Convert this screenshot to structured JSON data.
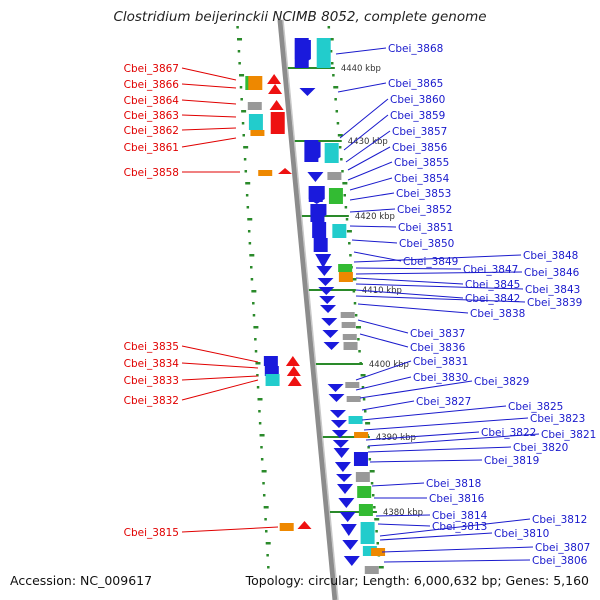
{
  "header": {
    "title": "Clostridium beijerinckii NCIMB 8052, complete genome"
  },
  "footer": {
    "accession": "Accession: NC_009617",
    "topology": "Topology: circular; Length: 6,000,632 bp; Genes: 5,160"
  },
  "colors": {
    "backbone": "#8c8c8c",
    "left_label": "#e00000",
    "right_label": "#1a1acc",
    "tick": "#2a8a2a",
    "gene_blue": "#1a1adc",
    "gene_red": "#ee1111",
    "gene_cyan": "#22cccc",
    "gene_green": "#33bb33",
    "gene_orange": "#ee8800",
    "gene_gray": "#999999"
  },
  "scale_labels": [
    "4440 kbp",
    "4430 kbp",
    "4420 kbp",
    "4410 kbp",
    "4400 kbp",
    "4390 kbp",
    "4380 kbp"
  ],
  "left_genes": [
    "Cbei_3867",
    "Cbei_3866",
    "Cbei_3864",
    "Cbei_3863",
    "Cbei_3862",
    "Cbei_3861",
    "Cbei_3858",
    "Cbei_3835",
    "Cbei_3834",
    "Cbei_3833",
    "Cbei_3832",
    "Cbei_3815"
  ],
  "right_genes": [
    "Cbei_3868",
    "Cbei_3865",
    "Cbei_3860",
    "Cbei_3859",
    "Cbei_3857",
    "Cbei_3856",
    "Cbei_3855",
    "Cbei_3854",
    "Cbei_3853",
    "Cbei_3852",
    "Cbei_3851",
    "Cbei_3850",
    "Cbei_3849",
    "Cbei_3848",
    "Cbei_3847",
    "Cbei_3846",
    "Cbei_3845",
    "Cbei_3843",
    "Cbei_3842",
    "Cbei_3839",
    "Cbei_3838",
    "Cbei_3837",
    "Cbei_3836",
    "Cbei_3831",
    "Cbei_3830",
    "Cbei_3829",
    "Cbei_3827",
    "Cbei_3825",
    "Cbei_3823",
    "Cbei_3822",
    "Cbei_3821",
    "Cbei_3820",
    "Cbei_3819",
    "Cbei_3818",
    "Cbei_3816",
    "Cbei_3814",
    "Cbei_3813",
    "Cbei_3812",
    "Cbei_3810",
    "Cbei_3807",
    "Cbei_3806"
  ]
}
